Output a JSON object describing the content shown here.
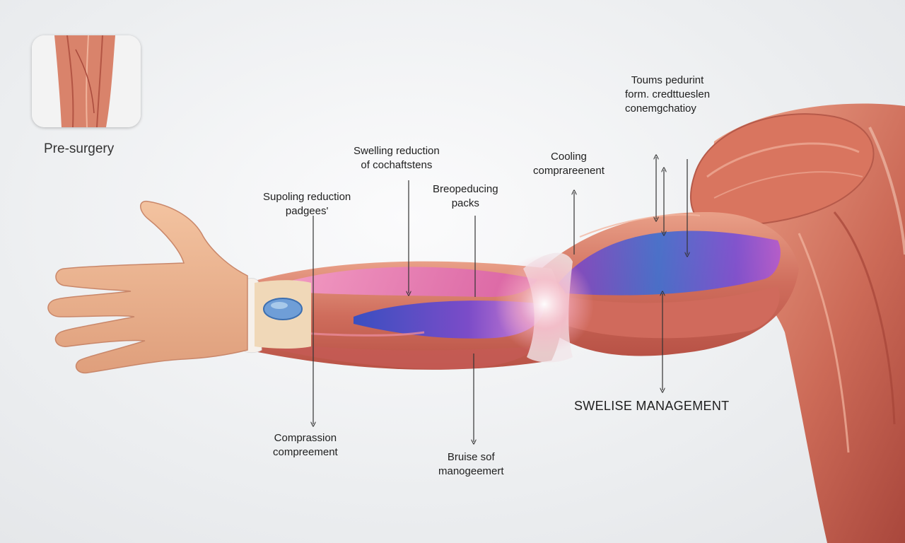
{
  "thumbnail": {
    "caption": "Pre-surgery"
  },
  "callouts": {
    "swelling_reduction": [
      "Swelling reduction",
      "of cochaftstens"
    ],
    "supoling_reduction": [
      "Supoling reduction",
      "padgees'"
    ],
    "breopeducing": [
      "Breopeducing",
      "packs"
    ],
    "cooling": [
      "Cooling",
      "comprareenent"
    ],
    "toums": [
      "Toums pedurint",
      "form. credttueslen",
      "conemgchatioy"
    ],
    "compression": [
      "Comprassion",
      "compreement"
    ],
    "bruise": [
      "Bruise sof",
      "manogeemert"
    ]
  },
  "section_title": "SWELISE MANAGEMENT",
  "colors": {
    "skin": "#ecb48f",
    "muscle": "#cf6d5c",
    "muscle_light": "#e79a84",
    "compress_blue": "#3f5fc8",
    "compress_purple": "#9a48c4",
    "compress_pink": "#e46fb2",
    "bandage": "#f3e4cc"
  }
}
